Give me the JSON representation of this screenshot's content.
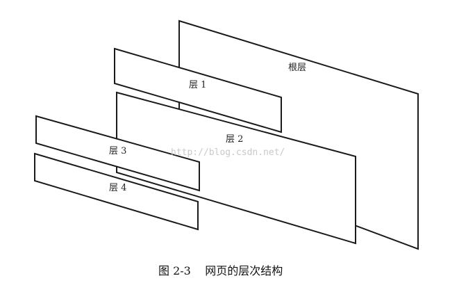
{
  "diagram": {
    "layers": [
      {
        "id": "root",
        "label": "根层"
      },
      {
        "id": "layer1",
        "label": "层 1"
      },
      {
        "id": "layer2",
        "label": "层 2"
      },
      {
        "id": "layer3",
        "label": "层 3"
      },
      {
        "id": "layer4",
        "label": "层 4"
      }
    ],
    "watermark": "http://blog.csdn.net/",
    "caption": "图 2-3    网页的层次结构"
  }
}
